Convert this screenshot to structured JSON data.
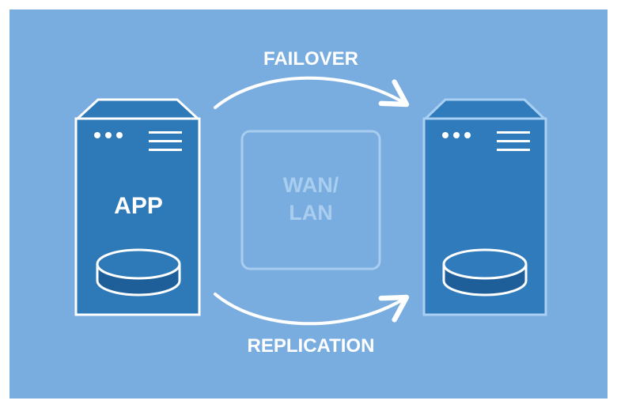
{
  "labels": {
    "failover": "FAILOVER",
    "replication": "REPLICATION",
    "network_line1": "WAN/",
    "network_line2": "LAN",
    "primary_server": "APP"
  },
  "colors": {
    "background": "#7aaddf",
    "server_primary_fill": "#2e79b7",
    "server_secondary_fill": "#2f7bbb",
    "outline": "#ffffff",
    "secondary_outline": "#a9d0f2",
    "disk_fill": "#1f5f99",
    "network_box_stroke": "#a8cdef",
    "network_text": "#a8cdef"
  },
  "icons": {
    "status_dots": "three-dots-icon",
    "menu_lines": "hamburger-icon",
    "disk": "database-disk-icon"
  }
}
